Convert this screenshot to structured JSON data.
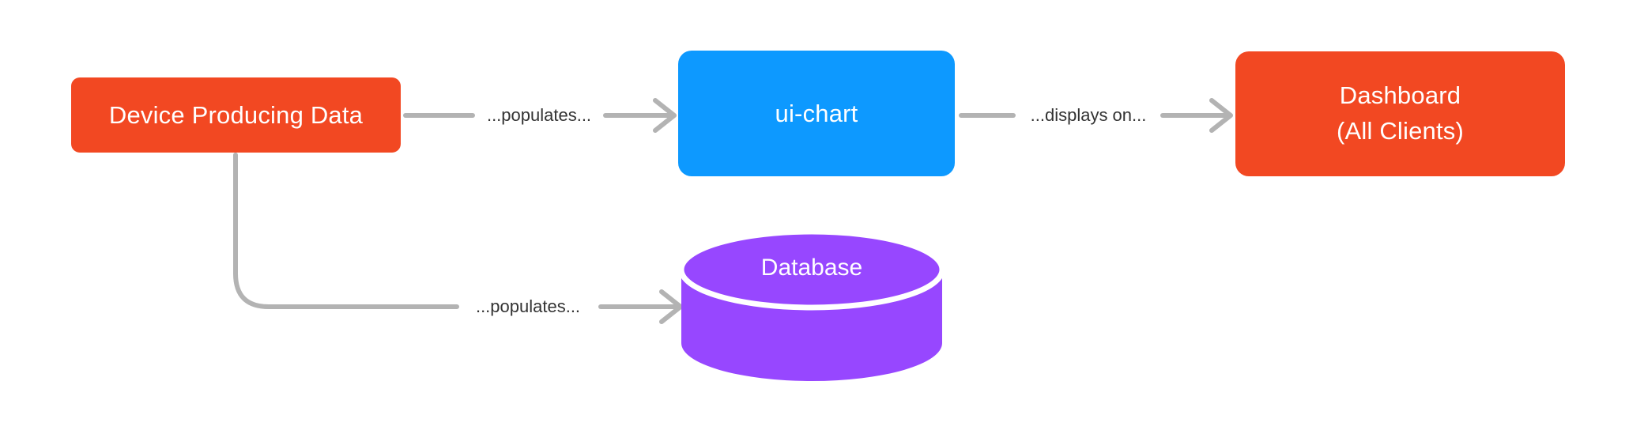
{
  "diagram": {
    "background_color": "#FFFFFF",
    "connector_color": "#B3B3B3",
    "edge_label_color": "#333333",
    "node_text_color": "#FFFFFF",
    "nodes": {
      "device": {
        "label": "Device Producing Data",
        "color": "#F24822",
        "shape": "rounded-rectangle"
      },
      "ui_chart": {
        "label": "ui-chart",
        "color": "#0D99FF",
        "shape": "rounded-rectangle"
      },
      "dashboard": {
        "label_line1": "Dashboard",
        "label_line2": "(All Clients)",
        "color": "#F24822",
        "shape": "rounded-rectangle"
      },
      "database": {
        "label": "Database",
        "color": "#9747FF",
        "shape": "cylinder"
      }
    },
    "edges": [
      {
        "from": "device",
        "to": "ui_chart",
        "label": "...populates..."
      },
      {
        "from": "ui_chart",
        "to": "dashboard",
        "label": "...displays on..."
      },
      {
        "from": "device",
        "to": "database",
        "label": "...populates..."
      }
    ]
  }
}
